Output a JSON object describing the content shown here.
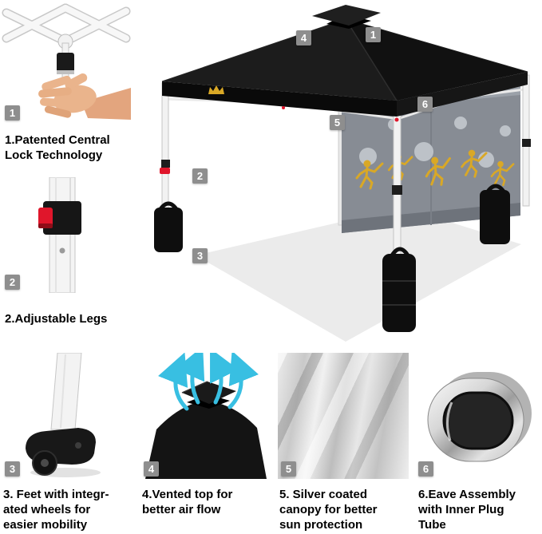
{
  "numbers": {
    "n1": "1",
    "n2": "2",
    "n3": "3",
    "n4": "4",
    "n5": "5",
    "n6": "6"
  },
  "features": {
    "f1": "1.Patented Central\nLock Technology",
    "f2": "2.Adjustable Legs",
    "f3": "3. Feet with integr-\nated wheels for\neasier mobility",
    "f4": "4.Vented top for\nbetter air flow",
    "f5": "5. Silver coated\ncanopy for better\nsun protection",
    "f6": "6.Eave Assembly\nwith Inner Plug\nTube"
  },
  "colors": {
    "canopy": "#161616",
    "wall": "#878c94",
    "gold": "#d9a826",
    "accent-red": "#e0162b",
    "arrow-cyan": "#38bfe2",
    "badge-bg": "#8e8e8e",
    "floor": "#ebebeb"
  }
}
